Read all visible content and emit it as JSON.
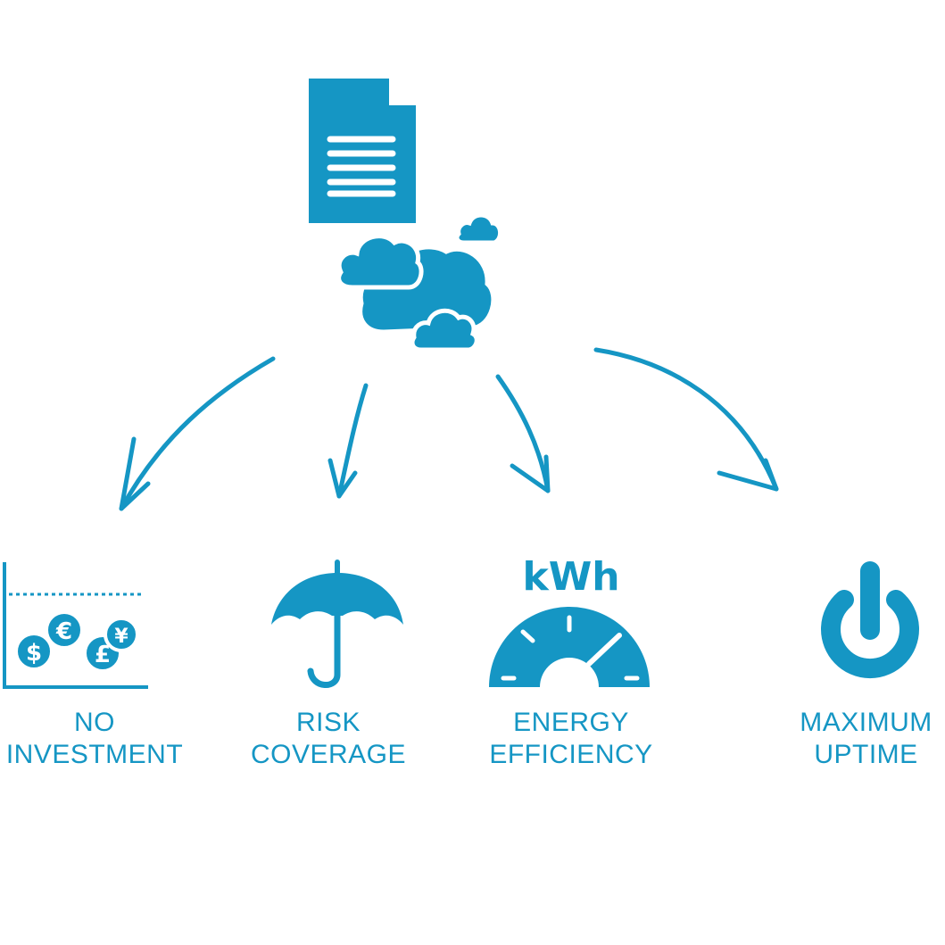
{
  "diagram": {
    "top_icons": [
      "document-icon",
      "cloud-cluster-icon"
    ],
    "accent_color": "#1596c4",
    "benefits": [
      {
        "icon": "currency-chart-icon",
        "line1": "NO",
        "line2": "INVESTMENT",
        "currency_symbols": [
          "$",
          "€",
          "£",
          "¥"
        ]
      },
      {
        "icon": "umbrella-icon",
        "line1": "RISK",
        "line2": "COVERAGE"
      },
      {
        "icon": "gauge-icon",
        "line1": "ENERGY",
        "line2": "EFFICIENCY",
        "unit": "kWh"
      },
      {
        "icon": "power-icon",
        "line1": "MAXIMUM",
        "line2": "UPTIME"
      }
    ]
  }
}
